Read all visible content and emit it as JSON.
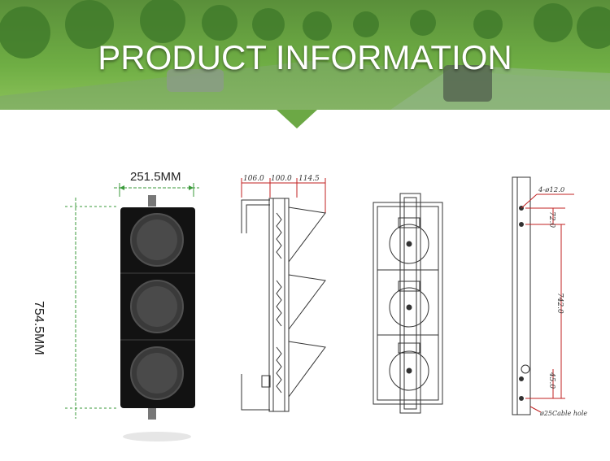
{
  "banner": {
    "title": "PRODUCT INFORMATION",
    "accent": "#6db33f"
  },
  "front_view": {
    "width_label": "251.5MM",
    "height_label": "754.5MM"
  },
  "side_view": {
    "dims": [
      "106.0",
      "100.0",
      "114.5"
    ]
  },
  "pole_view": {
    "hole_label": "4-ø12.0",
    "dims": [
      "72.0",
      "742.0",
      "45.0"
    ],
    "cable_label": "ø25Cable hole"
  }
}
